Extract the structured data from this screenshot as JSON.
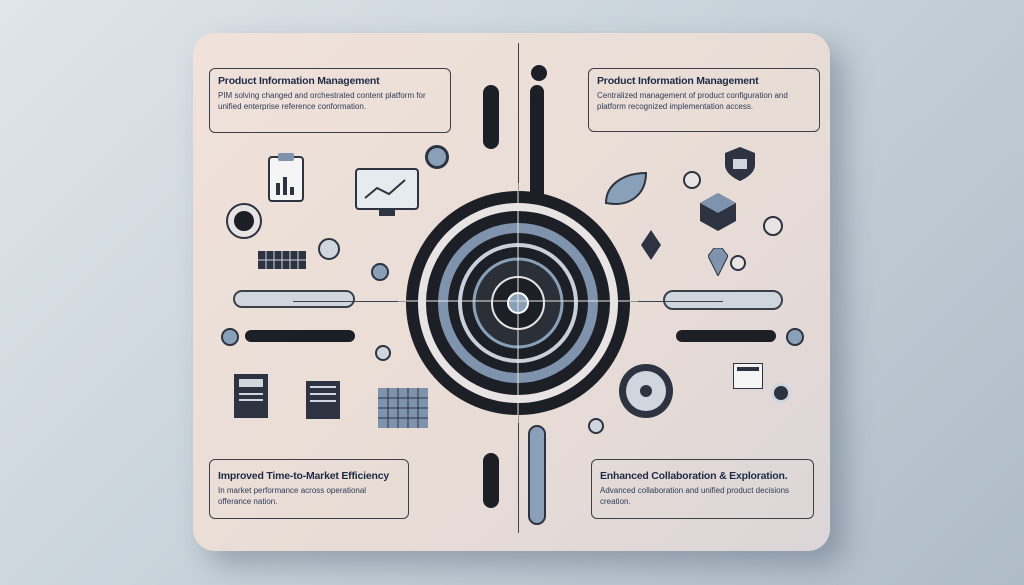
{
  "panels": {
    "top_left": {
      "title": "Product Information Management",
      "body": "PIM solving changed and orchestrated content platform for unified enterprise reference conformation."
    },
    "top_right": {
      "title": "Product Information Management",
      "body": "Centralized management of product configuration and platform recognized implementation access."
    },
    "bottom_left": {
      "title": "Improved Time-to-Market Efficiency",
      "body": "In market performance across operational offerance nation."
    },
    "bottom_right": {
      "title": "Enhanced Collaboration & Exploration.",
      "body": "Advanced collaboration and unified product decisions creation."
    }
  },
  "colors": {
    "board": "#eee0d8",
    "dark": "#1d1f26",
    "accent": "#7f93ad",
    "outline": "#3b4048"
  }
}
